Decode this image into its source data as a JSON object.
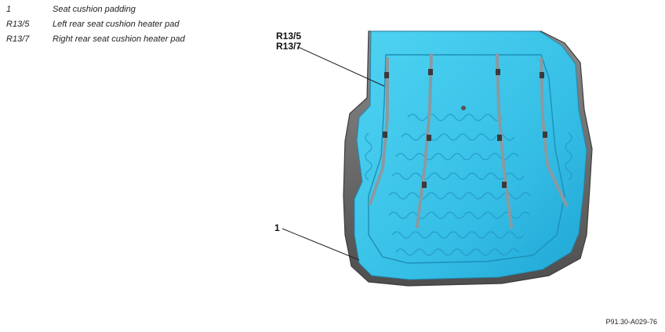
{
  "legend": [
    {
      "code": "1",
      "description": "Seat cushion padding"
    },
    {
      "code": "R13/5",
      "description": "Left rear seat cushion heater pad"
    },
    {
      "code": "R13/7",
      "description": "Right rear seat cushion heater pad"
    }
  ],
  "callouts": {
    "r135": "R13/5",
    "r137": "R13/7",
    "one": "1"
  },
  "reference": "P91.30-A029-76",
  "colors": {
    "padding": "#3fc6e8",
    "padding_dark": "#2aa9d8",
    "shell": "#6e6e6e",
    "heater_wire": "#8a9aa0"
  }
}
